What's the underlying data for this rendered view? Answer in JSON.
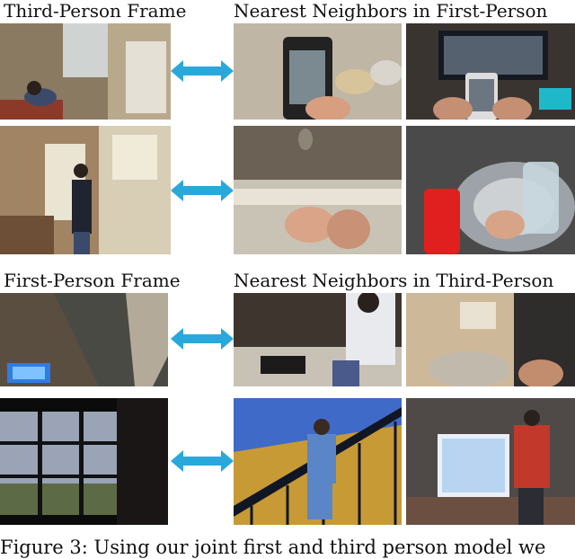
{
  "figure": {
    "sections": [
      {
        "left_header": "Third-Person Frame",
        "right_header": "Nearest Neighbors in First-Person",
        "rows": [
          {
            "query": "person-sitting-at-kitchen-table",
            "neighbors": [
              "phone-held-over-table",
              "phone-held-in-front-of-tv"
            ]
          },
          {
            "query": "person-standing-in-kitchen",
            "neighbors": [
              "hands-at-kitchen-counter",
              "washing-jar-in-sink"
            ]
          }
        ]
      },
      {
        "left_header": "First-Person Frame",
        "right_header": "Nearest Neighbors in Third-Person",
        "rows": [
          {
            "query": "dim-room-with-tv-glow",
            "neighbors": [
              "person-making-bed",
              "person-close-up-at-counter"
            ]
          },
          {
            "query": "window-with-bars",
            "neighbors": [
              "person-on-staircase",
              "person-in-bright-room"
            ]
          }
        ]
      }
    ],
    "arrow_icon": "double-headed-arrow-icon",
    "arrow_color": "#29a8dc",
    "caption": "Figure 3:  Using our joint first and third person model we"
  }
}
